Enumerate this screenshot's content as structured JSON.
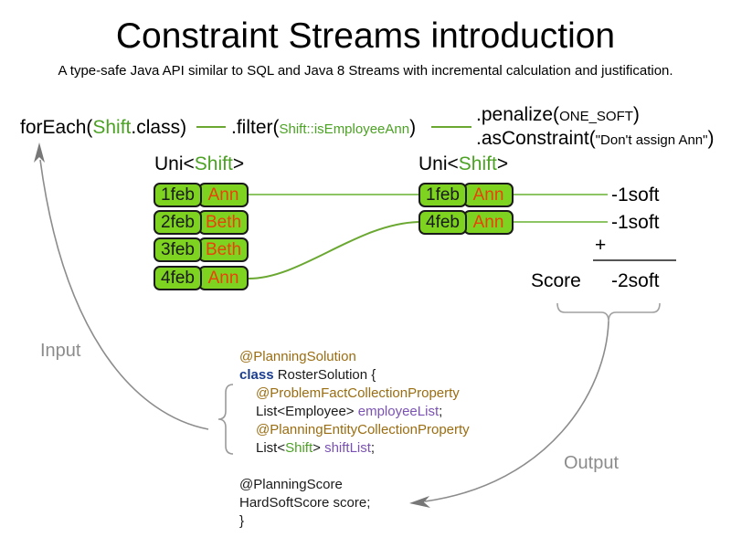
{
  "header": {
    "title": "Constraint Streams introduction",
    "subtitle": "A type-safe Java API similar to SQL and Java 8 Streams with incremental calculation and justification."
  },
  "pipeline": {
    "foreach": {
      "prefix": "forEach(",
      "type": "Shift",
      "suffix": ".class)"
    },
    "filter": {
      "prefix": ".filter(",
      "type": "Shift",
      "method": "::isEmployeeAnn",
      "suffix": ")"
    },
    "penalize": {
      "prefix": ".penalize(",
      "arg": "ONE_SOFT",
      "suffix": ")"
    },
    "as_constraint": {
      "prefix": ".asConstraint(",
      "arg": "\"Don't assign Ann\"",
      "suffix": ")"
    }
  },
  "streams": {
    "left": {
      "label_prefix": "Uni<",
      "label_type": "Shift",
      "label_suffix": ">",
      "rows": [
        {
          "date": "1feb",
          "employee": "Ann"
        },
        {
          "date": "2feb",
          "employee": "Beth"
        },
        {
          "date": "3feb",
          "employee": "Beth"
        },
        {
          "date": "4feb",
          "employee": "Ann"
        }
      ]
    },
    "right": {
      "label_prefix": "Uni<",
      "label_type": "Shift",
      "label_suffix": ">",
      "rows": [
        {
          "date": "1feb",
          "employee": "Ann"
        },
        {
          "date": "4feb",
          "employee": "Ann"
        }
      ]
    }
  },
  "score": {
    "penalties": [
      "-1soft",
      "-1soft"
    ],
    "operator": "+",
    "label": "Score",
    "total": "-2soft"
  },
  "annotations": {
    "input": "Input",
    "output": "Output"
  },
  "code": {
    "line_planning_solution": "@PlanningSolution",
    "line_class_kw": "class",
    "line_class_rest": " RosterSolution {",
    "line_problem_fact": "@ProblemFactCollectionProperty",
    "line_employee_type": "List<Employee> ",
    "line_employee_field": "employeeList",
    "line_employee_end": ";",
    "line_planning_entity": "@PlanningEntityCollectionProperty",
    "line_shift_type_pre": "List<",
    "line_shift_type_generic": "Shift",
    "line_shift_type_post": "> ",
    "line_shift_field": "shiftList",
    "line_shift_end": ";",
    "line_planning_score": "@PlanningScore",
    "line_score_type": "HardSoftScore ",
    "line_score_field": "score",
    "line_score_end": ";",
    "line_close_brace": "}"
  },
  "colors": {
    "green_accent": "#4ca224",
    "box_fill": "#7ed321",
    "employee_text": "#e8430a",
    "annotation": "#9a6d12",
    "keyword": "#1b3d8f",
    "field": "#7a52b3",
    "gray_arrow": "#8c8c8c"
  }
}
